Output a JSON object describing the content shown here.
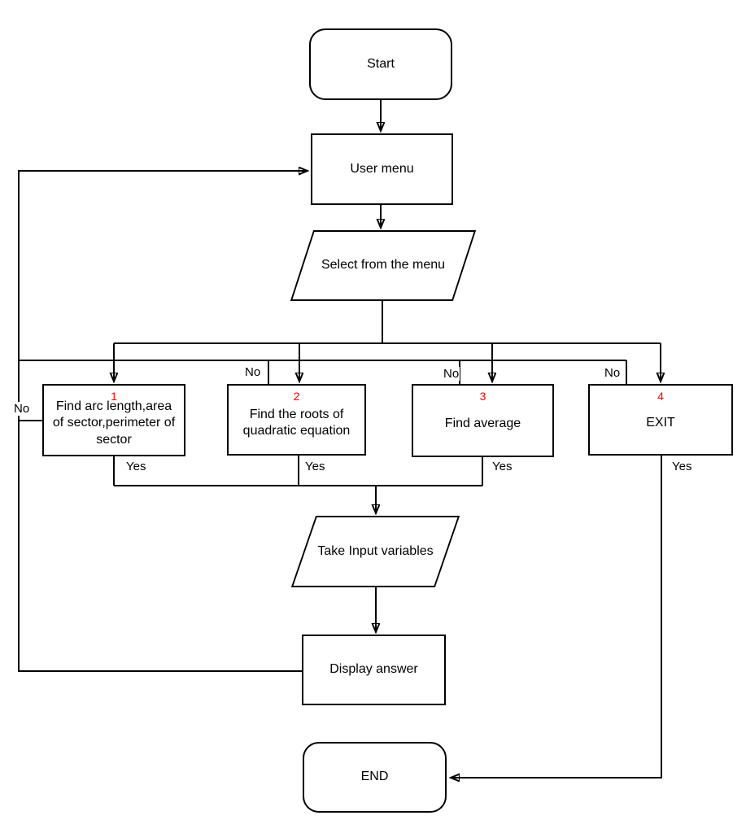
{
  "nodes": {
    "start": {
      "label": "Start"
    },
    "user_menu": {
      "label": "User menu"
    },
    "select_menu": {
      "label": "Select from the menu"
    },
    "option1": {
      "number": "1",
      "label": "Find arc length,area of sector,perimeter of sector"
    },
    "option2": {
      "number": "2",
      "label": "Find the roots of quadratic equation"
    },
    "option3": {
      "number": "3",
      "label": "Find average"
    },
    "option4": {
      "number": "4",
      "label": "EXIT"
    },
    "take_input": {
      "label": "Take Input variables"
    },
    "display_answer": {
      "label": "Display answer"
    },
    "end": {
      "label": "END"
    }
  },
  "edge_labels": {
    "no1": "No",
    "no2": "No",
    "no3": "No",
    "no4": "No",
    "yes1": "Yes",
    "yes2": "Yes",
    "yes3": "Yes",
    "yes4": "Yes"
  },
  "colors": {
    "line": "#000000",
    "text": "#000000",
    "option_number": "#ff0000",
    "background": "#ffffff"
  }
}
